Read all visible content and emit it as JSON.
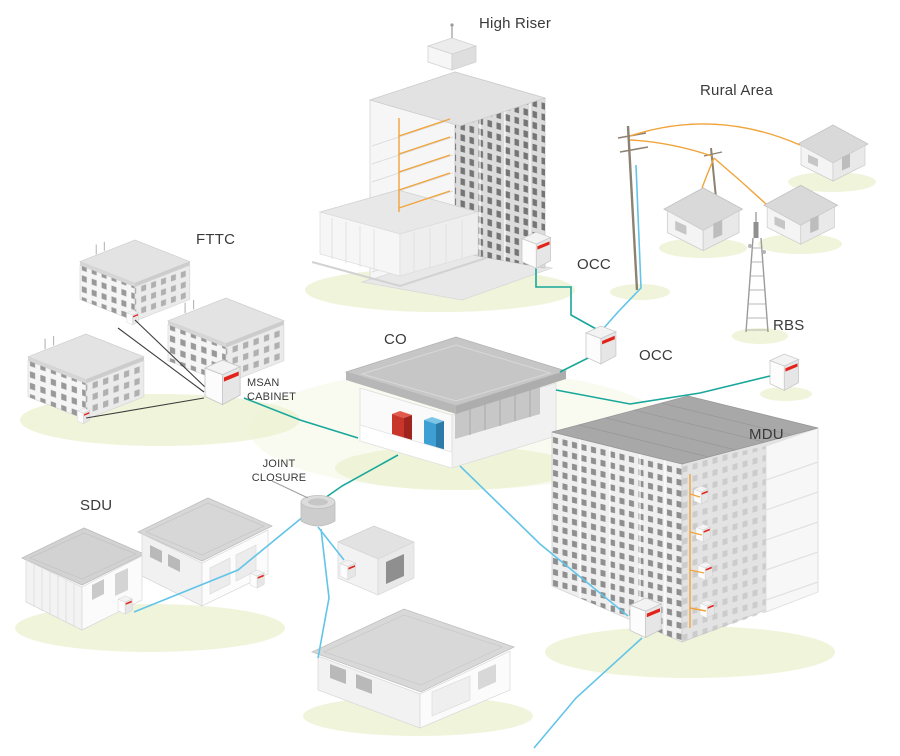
{
  "labels": {
    "high_riser": "High Riser",
    "rural_area": "Rural Area",
    "fttc": "FTTC",
    "occ_high_riser": "OCC",
    "occ_central": "OCC",
    "rbs": "RBS",
    "co": "CO",
    "msan_cabinet": "MSAN CABINET",
    "mdu": "MDU",
    "joint_closure": "JOINT CLOSURE",
    "sdu": "SDU"
  },
  "colors": {
    "fiber_teal": "#18a79a",
    "fiber_blue": "#62c4e8",
    "drop_orange": "#f0a43c",
    "copper_black": "#3d3d3d",
    "cabinet_red": "#e2231a",
    "ground_glow": "#edf3d6",
    "label_text": "#3a3a3a"
  }
}
